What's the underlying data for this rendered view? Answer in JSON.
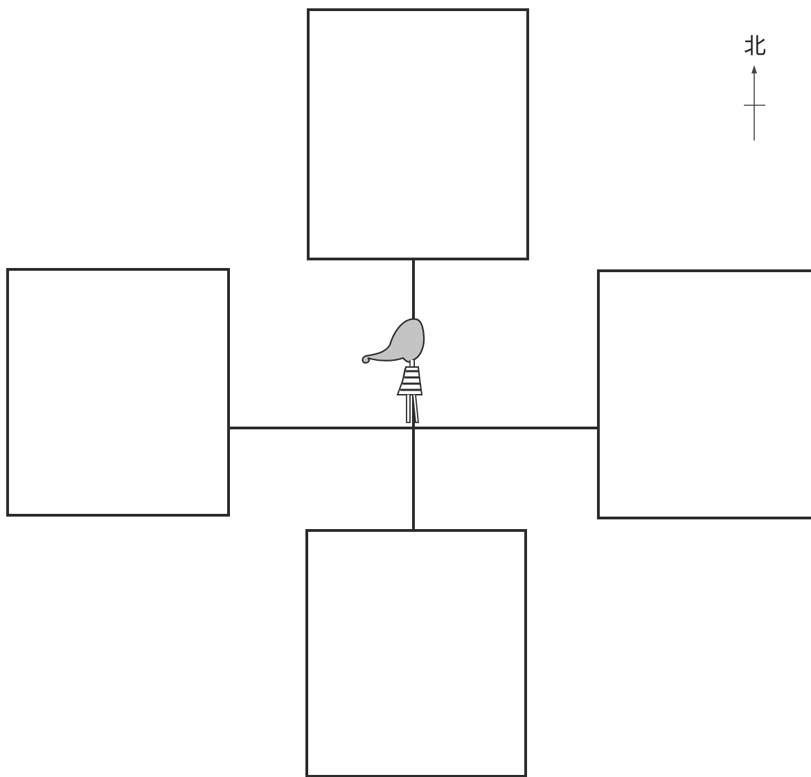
{
  "compass": {
    "label": "北",
    "icon": "north-arrow-icon"
  },
  "boxes": [
    {
      "id": "north",
      "label": ""
    },
    {
      "id": "west",
      "label": ""
    },
    {
      "id": "east",
      "label": ""
    },
    {
      "id": "south",
      "label": ""
    }
  ],
  "figure": {
    "icon": "girl-figure-icon"
  },
  "colors": {
    "line": "#2b2b2b",
    "hair": "#c4c4c4",
    "background": "#ffffff"
  }
}
